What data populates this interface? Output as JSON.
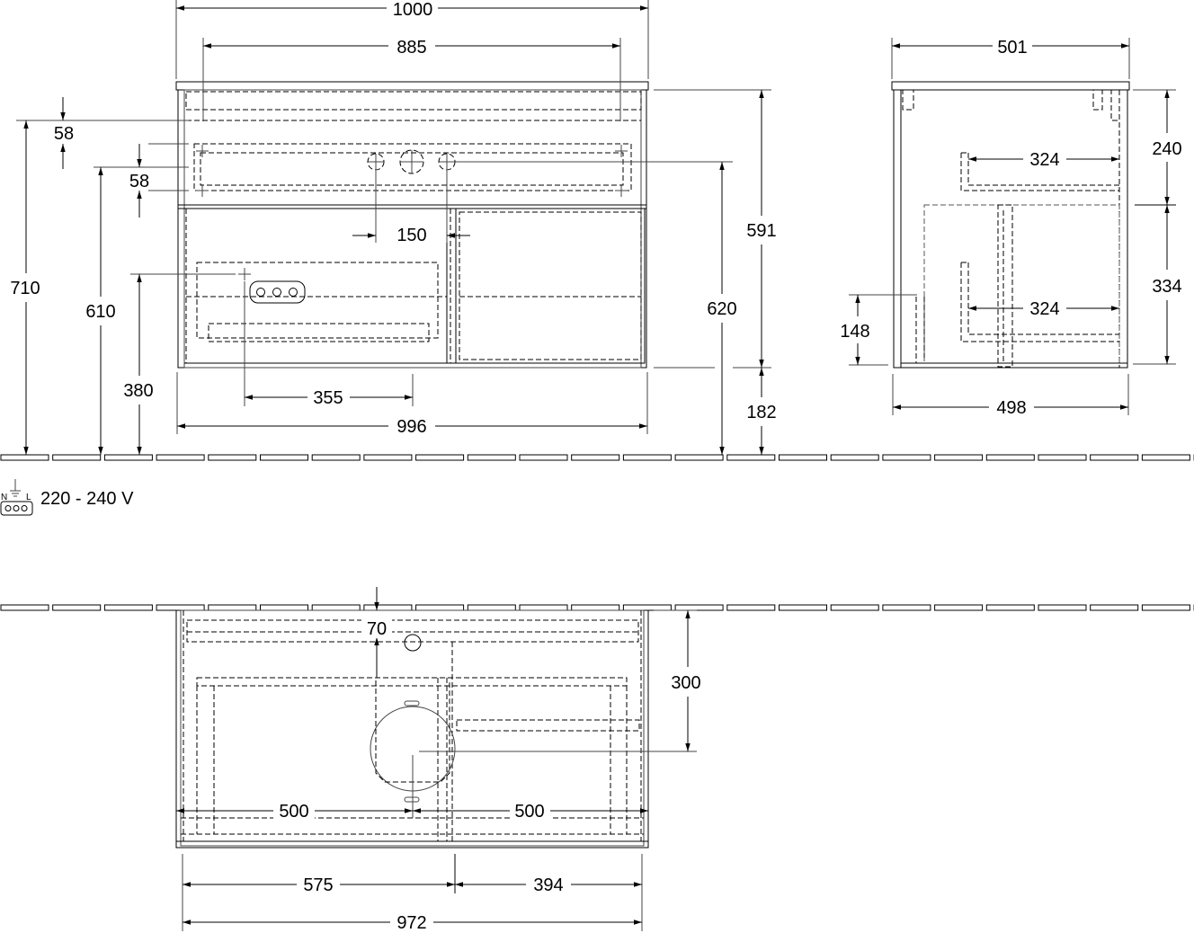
{
  "front_view": {
    "width_total": "1000",
    "width_inner": "885",
    "height_right": "591",
    "depth_58_top": "58",
    "depth_58_bottom": "58",
    "height_710": "710",
    "height_610": "610",
    "tap_spacing": "150",
    "height_620": "620",
    "height_380": "380",
    "socket_offset": "355",
    "width_bottom": "996",
    "plinth_height": "182"
  },
  "side_view": {
    "depth_top": "501",
    "upper_drawer_height": "240",
    "upper_drawer_depth": "324",
    "lower_drawer_height": "334",
    "lower_drawer_depth": "324",
    "socket_height": "148",
    "depth_bottom": "498"
  },
  "electrical": {
    "voltage": "220 - 240 V",
    "terminal_labels": [
      "N",
      "L"
    ]
  },
  "plan_view": {
    "wall_offset": "70",
    "drain_depth": "300",
    "left_center": "500",
    "right_center": "500",
    "left_width": "575",
    "right_width": "394",
    "inner_width": "972"
  }
}
